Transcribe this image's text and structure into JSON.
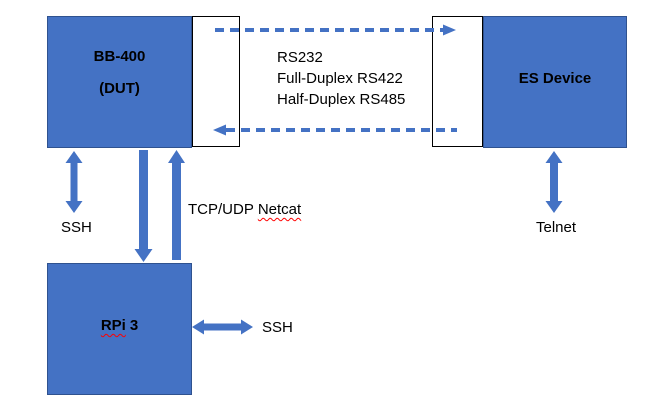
{
  "colors": {
    "node_fill": "#4472C4",
    "node_border": "#2F528F",
    "arrow_blue": "#4472C4",
    "port_border": "#000000",
    "label_text": "#000000",
    "spellcheck_underline": "#FF0000",
    "background": "#FFFFFF"
  },
  "nodes": {
    "bb400": {
      "name": "BB-400",
      "role": "(DUT)"
    },
    "es_device": {
      "name": "ES Device"
    },
    "rpi3": {
      "word": "RPi",
      "number": "3"
    }
  },
  "serial_modes": {
    "lines": [
      "RS232",
      "Full-Duplex RS422",
      "Half-Duplex RS485"
    ]
  },
  "connections": {
    "bb400_ssh": "SSH",
    "netcat_prefix": "TCP/UDP",
    "netcat_word": "Netcat",
    "rpi3_ssh": "SSH",
    "es_telnet": "Telnet"
  }
}
